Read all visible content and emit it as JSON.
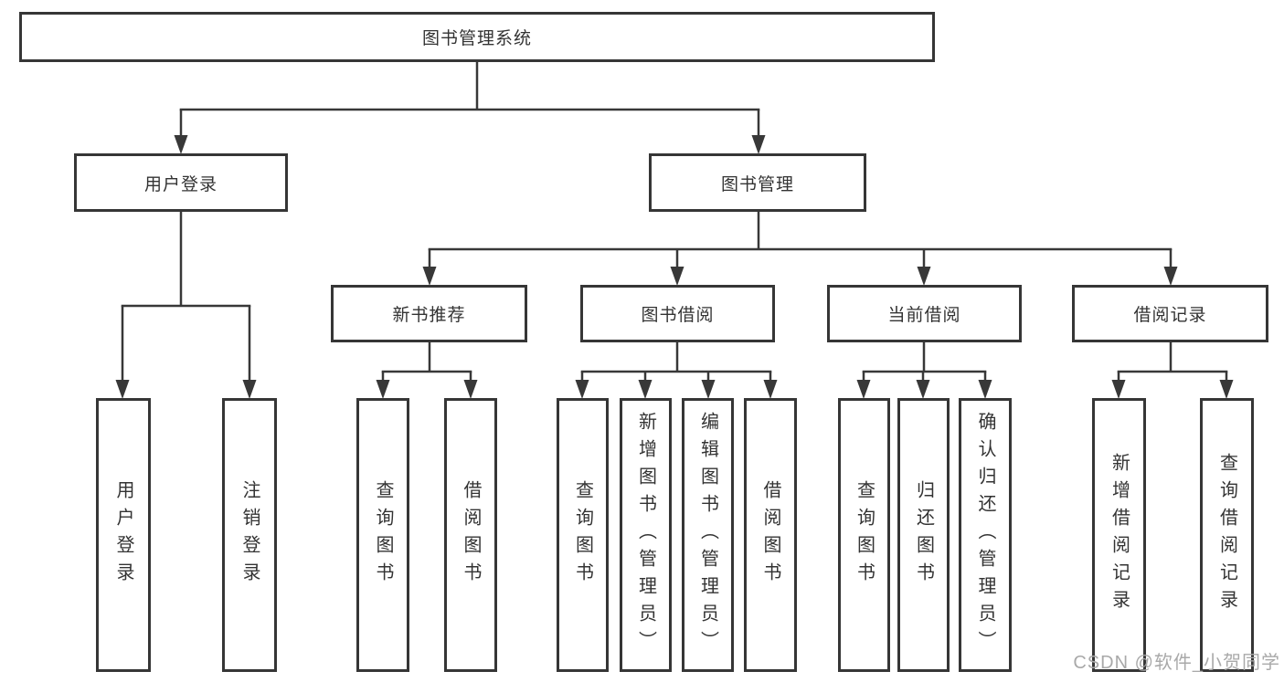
{
  "diagram": {
    "title": "图书管理系统",
    "watermark": "CSDN @软件_小贺同学",
    "colors": {
      "background": "#ffffff",
      "line": "#383838",
      "box_border": "#363636",
      "text": "#333333",
      "watermark_text": "#a9a9a9"
    },
    "level2": [
      {
        "id": "user-login",
        "label": "用户登录",
        "parent": "图书管理系统"
      },
      {
        "id": "book-management",
        "label": "图书管理",
        "parent": "图书管理系统"
      }
    ],
    "level3": [
      {
        "id": "new-book-recommend",
        "label": "新书推荐",
        "parent": "图书管理"
      },
      {
        "id": "book-borrowing",
        "label": "图书借阅",
        "parent": "图书管理"
      },
      {
        "id": "current-borrowing",
        "label": "当前借阅",
        "parent": "图书管理"
      },
      {
        "id": "borrowing-records",
        "label": "借阅记录",
        "parent": "图书管理"
      }
    ],
    "leaves": [
      {
        "label": "用户登录",
        "parent": "用户登录"
      },
      {
        "label": "注销登录",
        "parent": "用户登录"
      },
      {
        "label": "查询图书",
        "parent": "新书推荐"
      },
      {
        "label": "借阅图书",
        "parent": "新书推荐"
      },
      {
        "label": "查询图书",
        "parent": "图书借阅"
      },
      {
        "label": "新增图书（管理员）",
        "parent": "图书借阅"
      },
      {
        "label": "编辑图书（管理员）",
        "parent": "图书借阅"
      },
      {
        "label": "借阅图书",
        "parent": "图书借阅"
      },
      {
        "label": "查询图书",
        "parent": "当前借阅"
      },
      {
        "label": "归还图书",
        "parent": "当前借阅"
      },
      {
        "label": "确认归还（管理员）",
        "parent": "当前借阅"
      },
      {
        "label": "新增借阅记录",
        "parent": "借阅记录"
      },
      {
        "label": "查询借阅记录",
        "parent": "借阅记录"
      }
    ]
  }
}
